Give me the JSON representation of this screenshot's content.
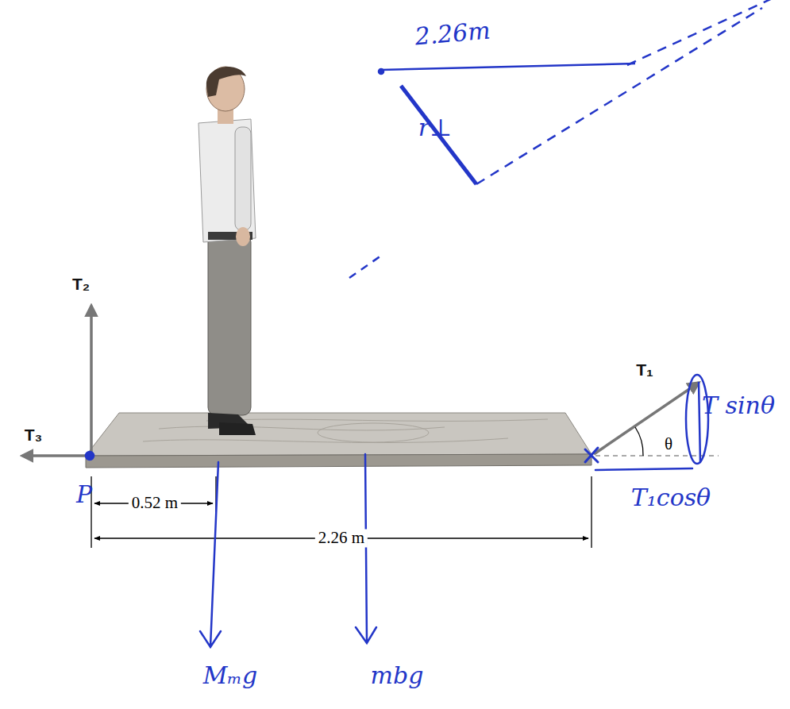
{
  "diagram": {
    "labels": [
      "2.26m",
      "r⊥",
      "T₂",
      "T₃",
      "T₁",
      "T sinθ",
      "θ",
      "T₁cosθ",
      "P",
      "0.52 m",
      "2.26 m",
      "Mₘg",
      "mbg"
    ]
  }
}
